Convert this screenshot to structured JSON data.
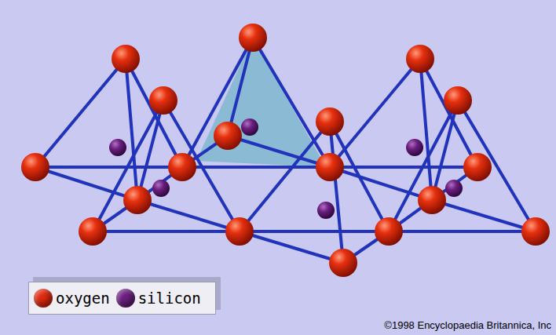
{
  "diagram": {
    "labels": [
      "©1998 Encyclopaedia Britannica, Inc"
    ],
    "legend": [
      {
        "text": "oxygen",
        "color": "#e02a10"
      },
      {
        "text": "silicon",
        "color": "#6b1f80"
      }
    ]
  }
}
